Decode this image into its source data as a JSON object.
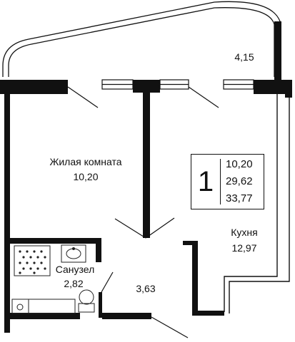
{
  "rooms": {
    "balcony": {
      "area": "4,15"
    },
    "living": {
      "name": "Жилая комната",
      "area": "10,20"
    },
    "kitchen": {
      "name": "Кухня",
      "area": "12,97"
    },
    "bathroom": {
      "name": "Санузел",
      "area": "2,82"
    },
    "hall": {
      "area": "3,63"
    }
  },
  "summary": {
    "room_count": "1",
    "living_area": "10,20",
    "usable_area": "29,62",
    "total_area": "33,77"
  },
  "colors": {
    "wall": "#111111",
    "background": "#ffffff",
    "fixture": "#222222"
  }
}
